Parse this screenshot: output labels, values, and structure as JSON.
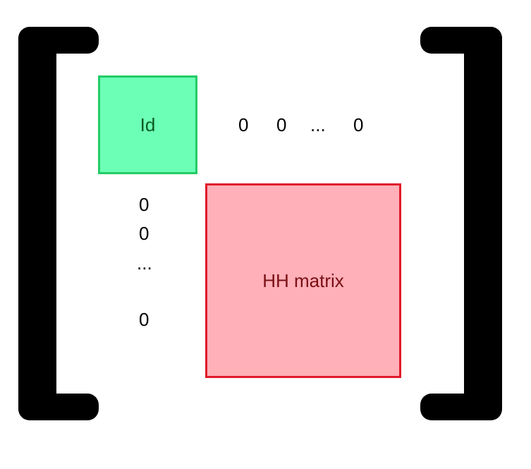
{
  "identity_block": {
    "label": "Id",
    "colors": {
      "fill": "#6cffb6",
      "border": "#22cc66",
      "text": "#0a5a1e"
    }
  },
  "householder_block": {
    "label": "HH matrix",
    "colors": {
      "fill": "#ffb0b8",
      "border": "#e01b2a",
      "text": "#7a0f14"
    }
  },
  "top_row_zeros": [
    "0",
    "0",
    "...",
    "0"
  ],
  "left_column_zeros": [
    "0",
    "0",
    "...",
    "0"
  ],
  "bracket_color": "#000000"
}
